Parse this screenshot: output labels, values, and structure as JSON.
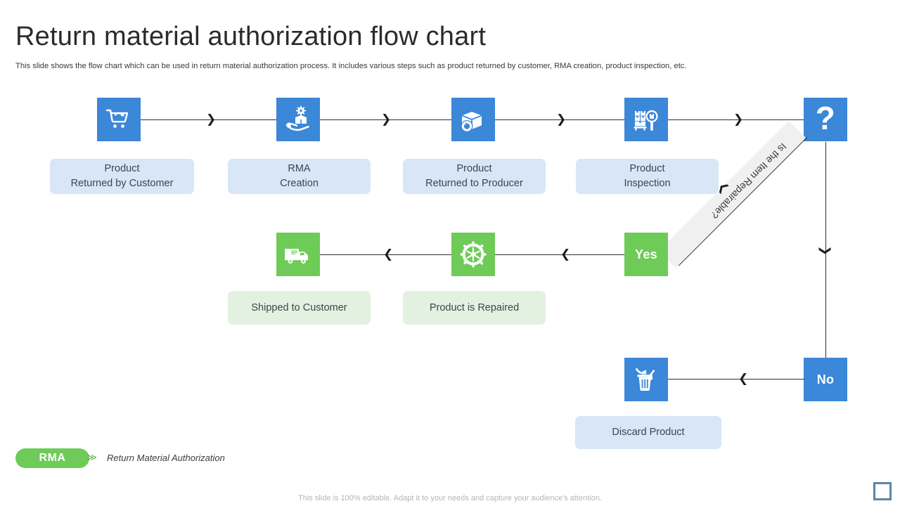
{
  "header": {
    "title": "Return material authorization flow chart",
    "subtitle": "This slide shows the flow chart which can be used in return material authorization process. It includes various steps such as product returned by customer, RMA creation, product inspection, etc."
  },
  "colors": {
    "blue": "#3b87d8",
    "green": "#6ecb57",
    "caption_blue": "#d9e6f7",
    "caption_green": "#e3f2e0",
    "band_gray": "#f0f0f0",
    "line": "#2f2f2f",
    "text": "#3c4450"
  },
  "flow": {
    "row1": {
      "steps": [
        {
          "icon": "cart-return-icon",
          "caption_line1": "Product",
          "caption_line2": "Returned by Customer"
        },
        {
          "icon": "hand-box-gear-icon",
          "caption_line1": "RMA",
          "caption_line2": "Creation"
        },
        {
          "icon": "box-return-icon",
          "caption_line1": "Product",
          "caption_line2": "Returned to Producer"
        },
        {
          "icon": "boxes-magnifier-icon",
          "caption_line1": "Product",
          "caption_line2": "Inspection"
        }
      ],
      "decision": {
        "icon": "question-mark-icon",
        "label": "?"
      }
    },
    "decision_label": "Is the Item Repairable?",
    "row2": {
      "branch_label": "Yes",
      "steps": [
        {
          "icon": "delivery-truck-icon",
          "caption": "Shipped to Customer"
        },
        {
          "icon": "gear-wrench-icon",
          "caption": "Product is Repaired"
        }
      ]
    },
    "row3": {
      "branch_label": "No",
      "steps": [
        {
          "icon": "trash-broom-icon",
          "caption": "Discard Product"
        }
      ]
    }
  },
  "legend": {
    "pill_label": "RMA",
    "marker_glyph": "≫",
    "expansion": "Return Material Authorization"
  },
  "footer": {
    "note": "This slide is 100% editable. Adapt it to your needs and capture your audience's attention."
  }
}
